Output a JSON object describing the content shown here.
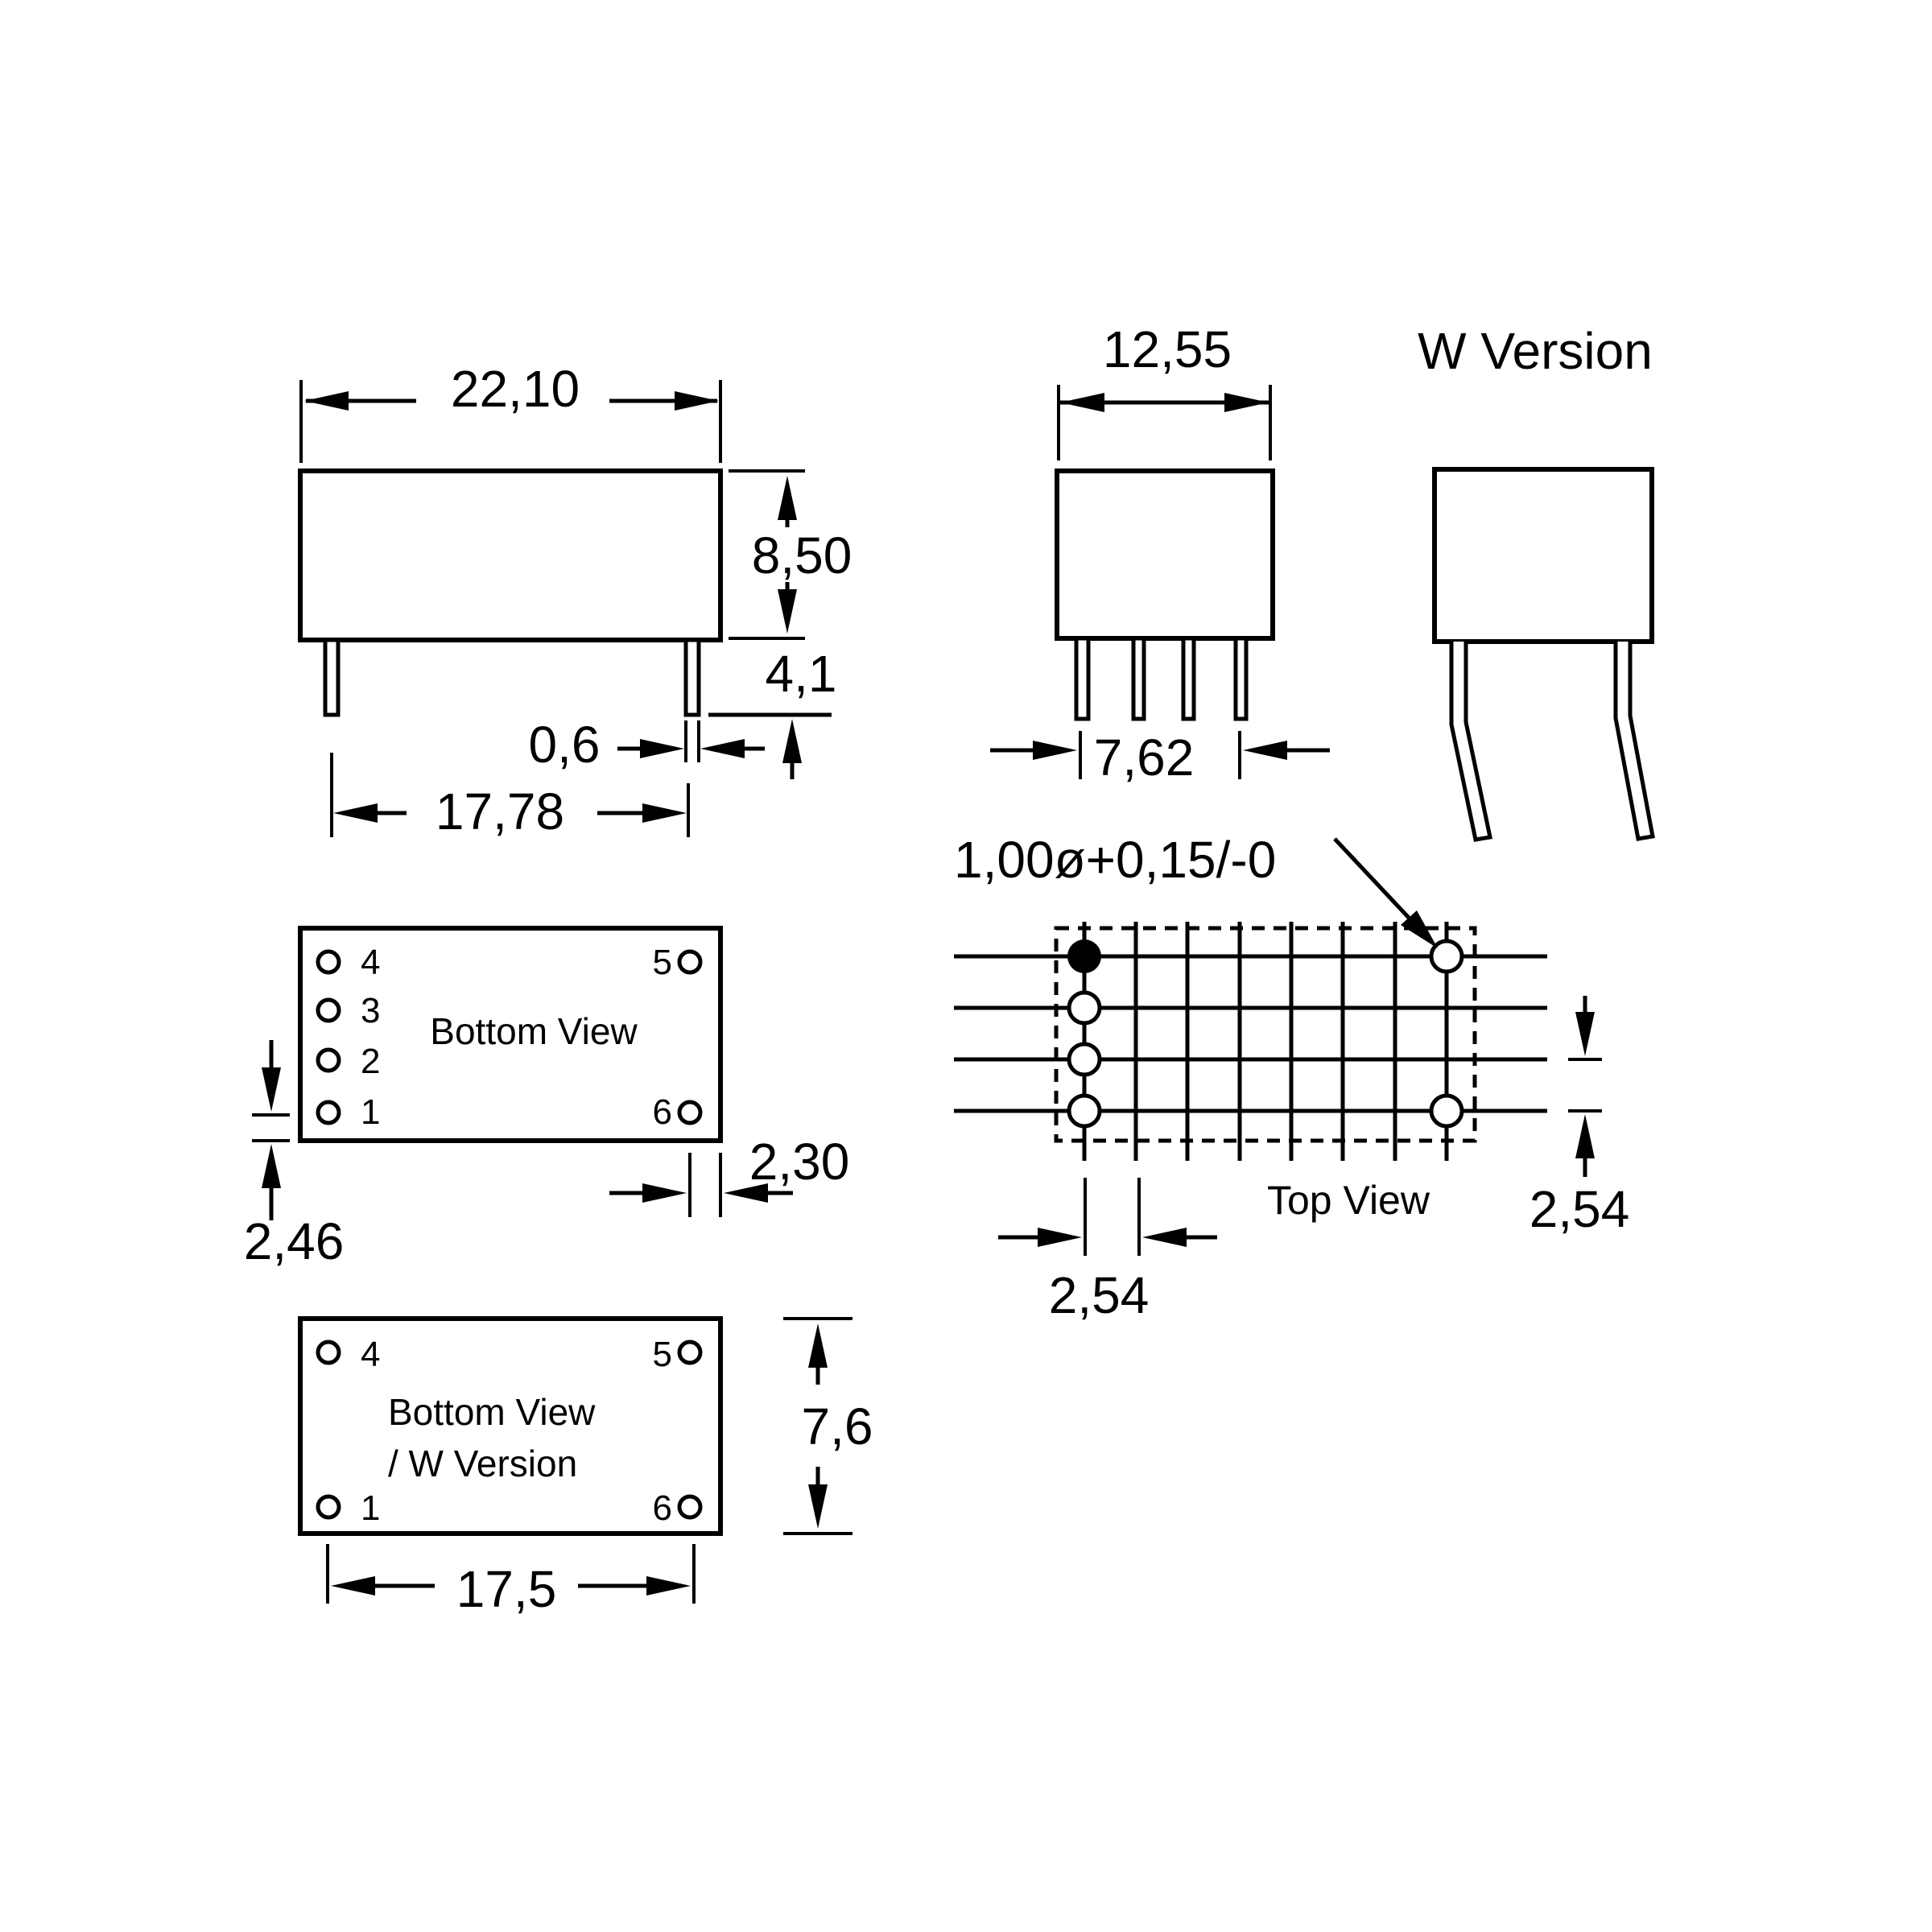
{
  "colors": {
    "ink": "#000000",
    "background": "#ffffff"
  },
  "dims": {
    "side_width": "22,10",
    "side_height": "8,50",
    "side_pin_length": "4,1",
    "side_pin_width": "0,6",
    "side_pin_pitch": "17,78",
    "end_width": "12,55",
    "end_pin_span": "7,62",
    "bottom_pin1_edge": "2,46",
    "bottom_pin6_edge": "2,30",
    "bw_height": "7,6",
    "bw_pin_pitch": "17,5",
    "hole_note": "1,00ø+0,15/-0",
    "grid_pitch_x": "2,54",
    "grid_pitch_y": "2,54"
  },
  "labels": {
    "w_version": "W Version",
    "bottom_view": "Bottom View",
    "bottom_view_w_line1": "Bottom View",
    "bottom_view_w_line2": "/ W Version",
    "top_view": "Top View"
  },
  "pins": {
    "p1": "1",
    "p2": "2",
    "p3": "3",
    "p4": "4",
    "p5": "5",
    "p6": "6"
  }
}
